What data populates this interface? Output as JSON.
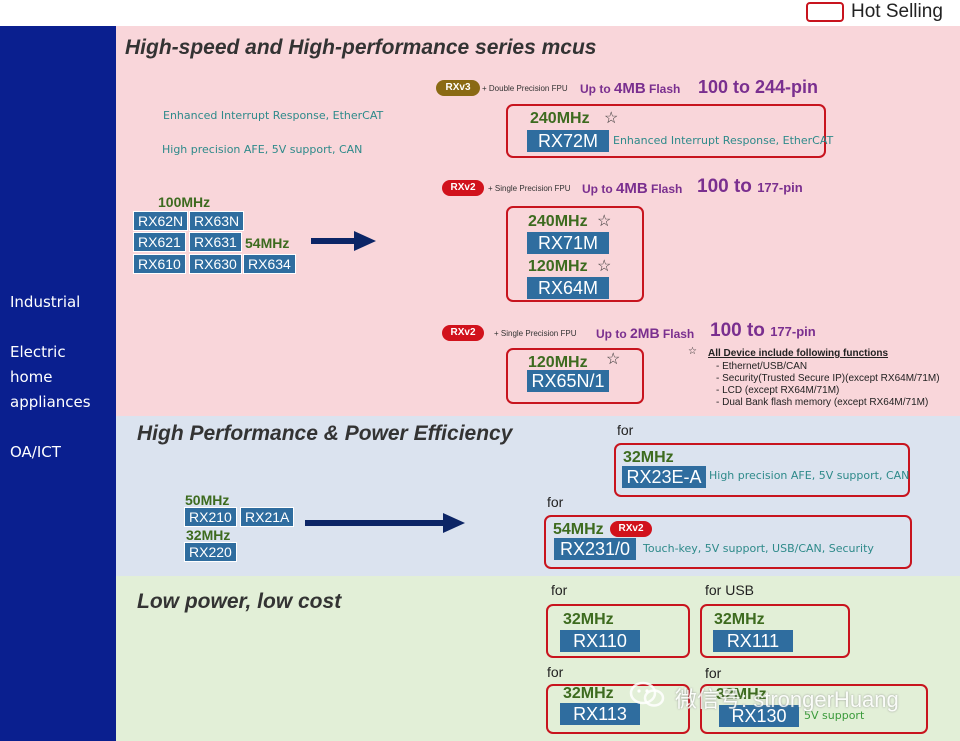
{
  "legend": {
    "label": "Hot Selling"
  },
  "sidebar": {
    "labels": [
      "Industrial",
      "Electric",
      "home",
      "appliances",
      "OA/ICT"
    ]
  },
  "high_speed": {
    "title": "High-speed and High-performance series mcus",
    "left_features": [
      "Enhanced Interrupt Response, EtherCAT",
      "High precision AFE, 5V support, CAN"
    ],
    "legacy": {
      "freq_100": "100MHz",
      "freq_54": "54MHz",
      "chips": [
        "RX62N",
        "RX63N",
        "RX621",
        "RX631",
        "RX610",
        "RX630",
        "RX634"
      ]
    },
    "row_rxv3": {
      "badge": "RXv3",
      "plus_text": "+ Double Precision FPU",
      "flash_prefix": "Up to",
      "flash_size": "4MB",
      "flash_suffix": "Flash",
      "pin": "100 to 244-pin",
      "freq": "240MHz",
      "chip": "RX72M",
      "feature": "Enhanced Interrupt Response, EtherCAT"
    },
    "row_rxv2a": {
      "badge": "RXv2",
      "plus_text": "+ Single Precision FPU",
      "flash_prefix": "Up to",
      "flash_size": "4MB",
      "flash_suffix": "Flash",
      "pin_big": "100 to",
      "pin_small": "177-pin",
      "freq1": "240MHz",
      "chip1": "RX71M",
      "freq2": "120MHz",
      "chip2": "RX64M"
    },
    "row_rxv2b": {
      "badge": "RXv2",
      "plus_text": "+ Single Precision FPU",
      "flash_prefix": "Up to",
      "flash_size": "2MB",
      "flash_suffix": "Flash",
      "pin_big": "100 to",
      "pin_small": "177-pin",
      "freq": "120MHz",
      "chip": "RX65N/1"
    },
    "notes": {
      "star": "☆",
      "heading": "All Device include following functions",
      "items": [
        "- Ethernet/USB/CAN",
        "- Security(Trusted Secure IP)(except RX64M/71M)",
        "- LCD (except RX64M/71M)",
        "- Dual Bank flash memory (except RX64M/71M)"
      ]
    }
  },
  "perf_eff": {
    "title": "High Performance & Power Efficiency",
    "legacy": {
      "freq_50": "50MHz",
      "freq_32": "32MHz",
      "chips": [
        "RX210",
        "RX21A",
        "RX220"
      ]
    },
    "rx23e": {
      "for": "for",
      "freq": "32MHz",
      "chip": "RX23E-A",
      "feature": "High precision AFE, 5V support, CAN"
    },
    "rx231": {
      "for": "for",
      "freq": "54MHz",
      "badge": "RXv2",
      "chip": "RX231/0",
      "feature": "Touch-key, 5V support, USB/CAN, Security"
    }
  },
  "low_power": {
    "title": "Low power, low cost",
    "rx110": {
      "for": "for",
      "freq": "32MHz",
      "chip": "RX110"
    },
    "rx111": {
      "for": "for USB",
      "freq": "32MHz",
      "chip": "RX111"
    },
    "rx113": {
      "for": "for",
      "freq": "32MHz",
      "chip": "RX113"
    },
    "rx130": {
      "for": "for",
      "freq": "32MHz",
      "chip": "RX130",
      "feature": "5V support"
    }
  },
  "watermark": {
    "text": "微信号: strongerHuang"
  },
  "colors": {
    "sidebar": "#0a1f8f",
    "pink_band": "#f9d6da",
    "blue_band": "#dbe3ef",
    "green_band": "#e2efd7",
    "chip": "#2f6d9f",
    "hot_border": "#c8141e",
    "freq_text": "#3d6b1f",
    "flash_text": "#7a2f8f"
  }
}
